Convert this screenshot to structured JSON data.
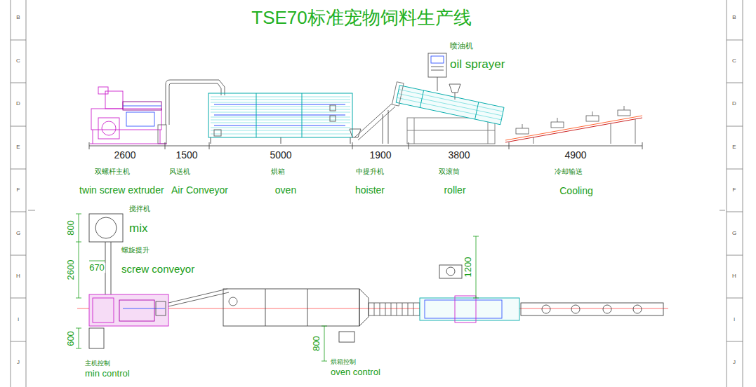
{
  "diagram": {
    "title": "TSE70标准宠物饲料生产线",
    "labels": [
      "喷油机",
      "oil sprayer",
      "2600",
      "1500",
      "5000",
      "1900",
      "3800",
      "4900",
      "双螺杆主机",
      "twin screw extruder",
      "风送机",
      "Air Conveyor",
      "烘箱",
      "oven",
      "中提升机",
      "hoister",
      "双滚筒",
      "roller",
      "冷却输送",
      "Cooling",
      "800",
      "搅拌机",
      "mix",
      "2600",
      "670",
      "螺旋提升",
      "screw conveyor",
      "1200",
      "600",
      "800",
      "主机控制",
      "min control",
      "烘箱控制",
      "oven control",
      "B",
      "C",
      "D",
      "E",
      "F",
      "G",
      "H",
      "I",
      "J",
      "B",
      "C",
      "D",
      "E",
      "F",
      "G",
      "H",
      "I",
      "J"
    ]
  }
}
